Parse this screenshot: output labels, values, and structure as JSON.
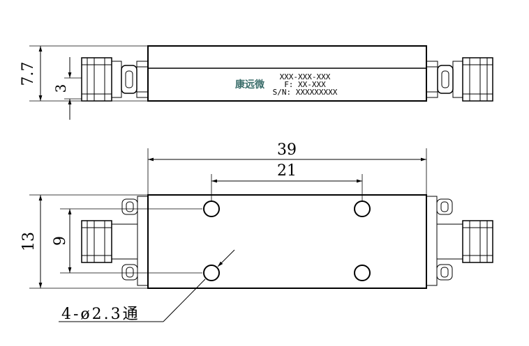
{
  "colors": {
    "line": "#000000",
    "brand": "#3a6d6a",
    "background": "#ffffff"
  },
  "side_view": {
    "height_dim": "7.7",
    "connector_dim": "3",
    "brand": "康远微",
    "label_line1": "XXX-XXX-XXX",
    "label_line2": "F: XX-XXX",
    "label_line3": "S/N: XXXXXXXXX"
  },
  "top_view": {
    "length_dim": "39",
    "hole_spacing_dim": "21",
    "width_dim": "13",
    "hole_vertical_dim": "9",
    "hole_callout": "4-ø2.3通"
  }
}
